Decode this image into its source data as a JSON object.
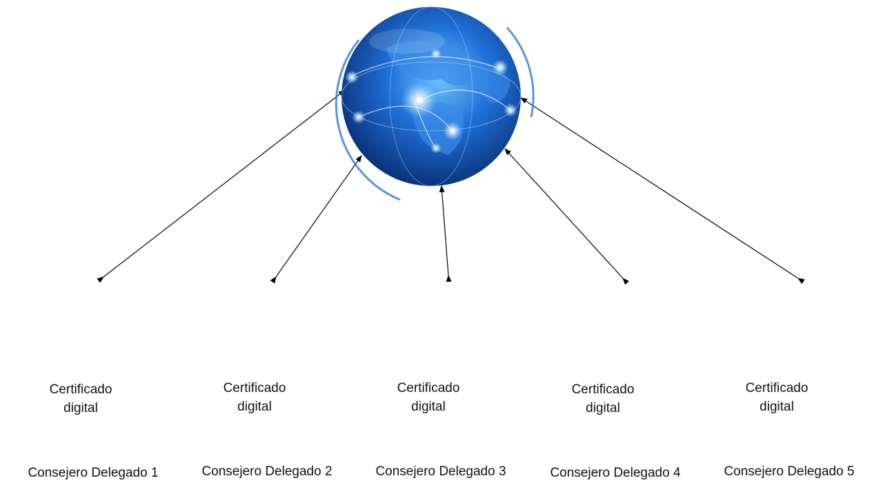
{
  "colors": {
    "globe_dark": "#0a3a8c",
    "globe_light": "#4fa3ff",
    "ribbon": "#1e8fd8",
    "medal_center": "#a9cdf0",
    "arrow": "#000000",
    "server_body": "#eeeeee"
  },
  "hub": {
    "icon": "globe-icon"
  },
  "nodes": [
    {
      "label": "Consejero Delegado 1",
      "cert_line1": "Certificado",
      "cert_line2": "digital"
    },
    {
      "label": "Consejero Delegado 2",
      "cert_line1": "Certificado",
      "cert_line2": "digital"
    },
    {
      "label": "Consejero Delegado 3",
      "cert_line1": "Certificado",
      "cert_line2": "digital"
    },
    {
      "label": "Consejero Delegado 4",
      "cert_line1": "Certificado",
      "cert_line2": "digital"
    },
    {
      "label": "Consejero Delegado 5",
      "cert_line1": "Certificado",
      "cert_line2": "digital"
    }
  ]
}
